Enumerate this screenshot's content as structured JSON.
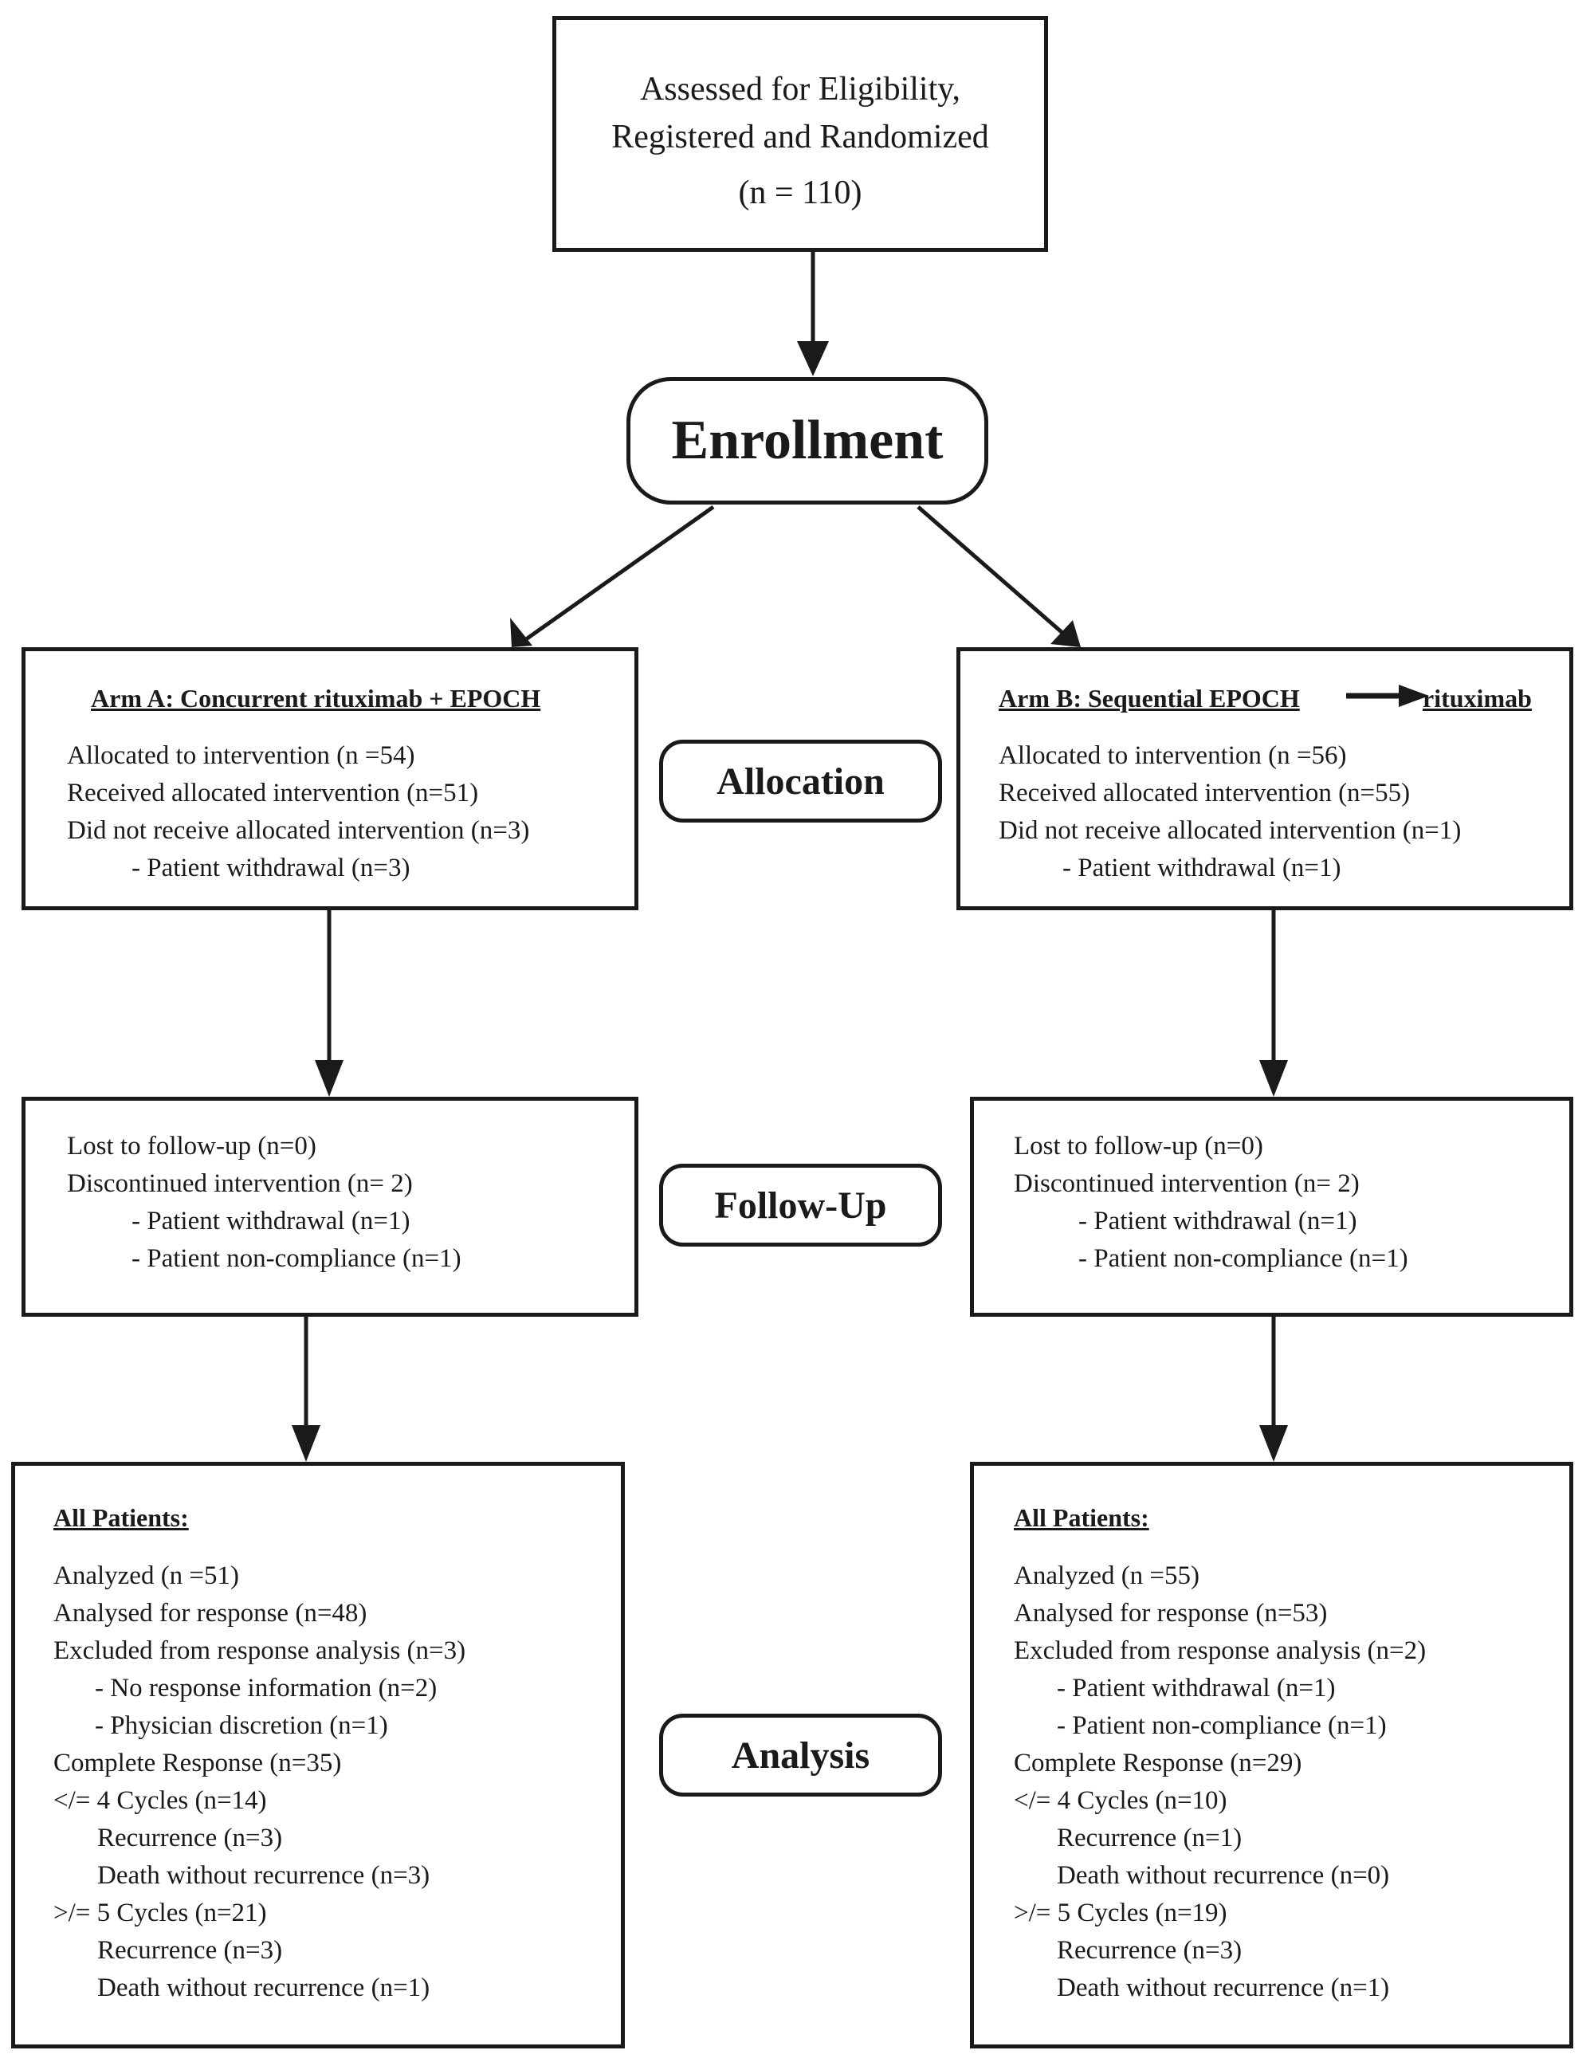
{
  "top_box": {
    "line1": "Assessed for Eligibility,",
    "line2": "Registered and Randomized",
    "line3": "(n = 110)"
  },
  "stages": {
    "enrollment": "Enrollment",
    "allocation": "Allocation",
    "followup": "Follow-Up",
    "analysis": "Analysis"
  },
  "arm_a": {
    "title": "Arm A: Concurrent rituximab + EPOCH",
    "allocation": [
      "Allocated to intervention (n =54)",
      "Received allocated intervention (n=51)",
      "Did not receive allocated intervention (n=3)",
      "- Patient withdrawal (n=3)"
    ],
    "followup": [
      "Lost to follow-up (n=0)",
      "Discontinued intervention (n= 2)",
      "- Patient withdrawal (n=1)",
      "- Patient non-compliance (n=1)"
    ],
    "analysis_header": "All Patients:",
    "analysis": [
      "Analyzed (n =51)",
      "Analysed for response (n=48)",
      "Excluded from response analysis (n=3)",
      "- No response information (n=2)",
      "- Physician discretion (n=1)",
      "Complete Response (n=35)",
      "</= 4 Cycles (n=14)",
      "Recurrence (n=3)",
      "Death without recurrence (n=3)",
      ">/= 5 Cycles (n=21)",
      "Recurrence (n=3)",
      "Death without recurrence (n=1)"
    ]
  },
  "arm_b": {
    "title_left": "Arm B: Sequential EPOCH",
    "title_right": "rituximab",
    "allocation": [
      "Allocated to intervention (n =56)",
      "Received allocated intervention (n=55)",
      "Did not receive allocated intervention (n=1)",
      "- Patient withdrawal (n=1)"
    ],
    "followup": [
      "Lost to follow-up (n=0)",
      "Discontinued intervention (n= 2)",
      "- Patient withdrawal (n=1)",
      "- Patient non-compliance (n=1)"
    ],
    "analysis_header": "All Patients:",
    "analysis": [
      "Analyzed (n =55)",
      "Analysed for response (n=53)",
      "Excluded from response analysis (n=2)",
      "- Patient withdrawal (n=1)",
      "- Patient non-compliance (n=1)",
      "Complete Response (n=29)",
      "</= 4 Cycles (n=10)",
      "Recurrence (n=1)",
      "Death without recurrence (n=0)",
      ">/= 5 Cycles (n=19)",
      "Recurrence (n=3)",
      "Death without recurrence (n=1)"
    ]
  }
}
